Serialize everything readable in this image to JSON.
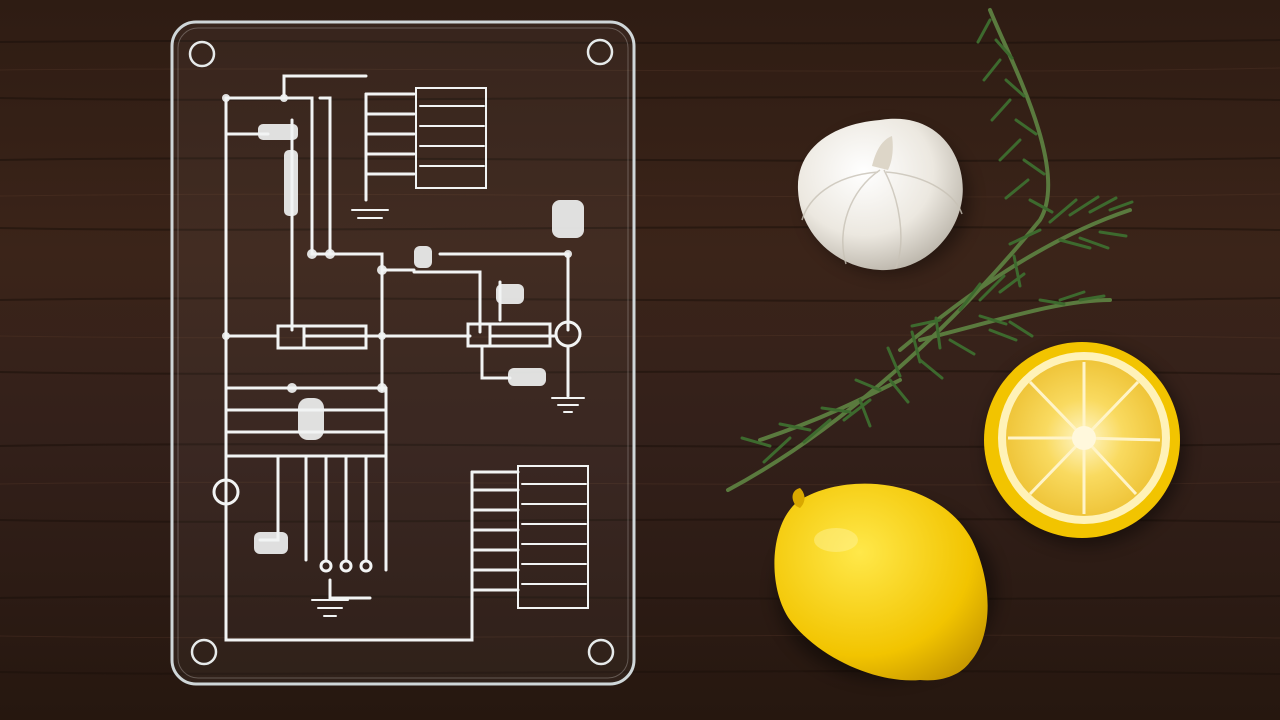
{
  "scene": {
    "subjects": [
      "etched-glass-cutting-board",
      "garlic-bulb",
      "rosemary-sprig",
      "halved-lemon",
      "whole-lemon"
    ],
    "surface": "dark-wood-table"
  },
  "colors": {
    "wood_dark": "#2a1a12",
    "wood_mid": "#3a241a",
    "wood_light": "#4a2f22",
    "glass_edge": "#cfd6d8",
    "etch": "#f2f4f4",
    "garlic": "#ece8e0",
    "rosemary": "#3d6a2e",
    "lemon_skin": "#f3c800",
    "lemon_flesh": "#f7d65a",
    "lemon_pith": "#fff4c2"
  }
}
